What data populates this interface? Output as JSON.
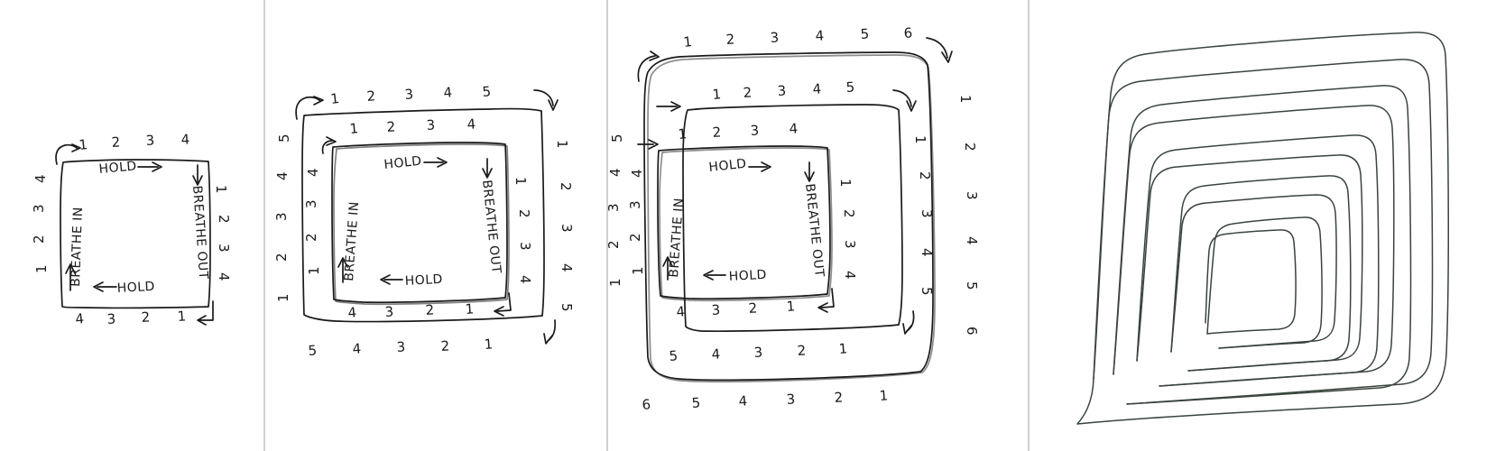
{
  "figure": {
    "kind": "hand-drawn-sketch-sequence",
    "subject": "box-breathing-diagram-progression",
    "background_color": "#ffffff",
    "ink_color": "#1a1a1a",
    "spiral_ink_color": "#39443d",
    "divider_color": "#d0d0d0",
    "panel_count": 4
  },
  "labels": {
    "breathe_in": "BREATHE IN",
    "breathe_out": "BREATHE OUT",
    "hold_top": "HOLD",
    "hold_bottom": "HOLD"
  },
  "counts": {
    "four": [
      "1",
      "2",
      "3",
      "4"
    ],
    "four_rev": [
      "4",
      "3",
      "2",
      "1"
    ],
    "five": [
      "1",
      "2",
      "3",
      "4",
      "5"
    ],
    "five_rev": [
      "5",
      "4",
      "3",
      "2",
      "1"
    ],
    "six": [
      "1",
      "2",
      "3",
      "4",
      "5",
      "6"
    ],
    "six_rev": [
      "6",
      "5",
      "4",
      "3",
      "2",
      "1"
    ]
  },
  "panels": [
    {
      "id": "panel-1",
      "name": "four-count-square",
      "rings": 1,
      "ring_counts": [
        4
      ],
      "has_text": true,
      "description": "Single hand-drawn square labelled BREATHE IN (left, upward), HOLD (top, rightward), BREATHE OUT (right, downward), HOLD (bottom, leftward), with counts 1-4 along each side."
    },
    {
      "id": "panel-2",
      "name": "four-and-five-count-squares",
      "rings": 2,
      "ring_counts": [
        4,
        5
      ],
      "has_text": true,
      "description": "Inner labelled square with counts 1-4 plus an outer square with counts 1-5."
    },
    {
      "id": "panel-3",
      "name": "four-five-six-count-squares",
      "rings": 3,
      "ring_counts": [
        4,
        5,
        6
      ],
      "has_text": true,
      "description": "Three nested squares with counts 1-4, 1-5 and 1-6."
    },
    {
      "id": "panel-4",
      "name": "unlabelled-spiral",
      "rings": 8,
      "ring_counts": [],
      "has_text": false,
      "description": "A continuous hand-drawn spiral of eight concentric rounded squares with no labels."
    }
  ],
  "chart_data": {
    "type": "diagram",
    "title": "",
    "series": [
      {
        "name": "panel-1 rings",
        "values": [
          4
        ]
      },
      {
        "name": "panel-2 rings",
        "values": [
          4,
          5
        ]
      },
      {
        "name": "panel-3 rings",
        "values": [
          4,
          5,
          6
        ]
      },
      {
        "name": "panel-4 rings",
        "values": [
          1,
          2,
          3,
          4,
          5,
          6,
          7,
          8
        ]
      }
    ],
    "annotations": [
      "BREATHE IN",
      "HOLD",
      "BREATHE OUT",
      "HOLD"
    ]
  }
}
